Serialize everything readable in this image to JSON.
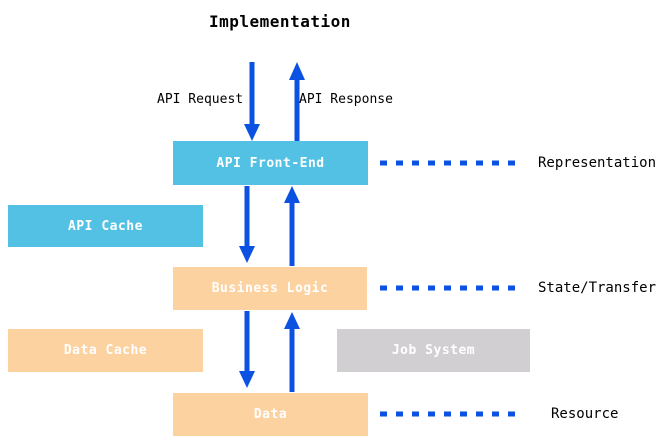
{
  "title": "Implementation",
  "flow_labels": {
    "request": "API Request",
    "response": "API Response"
  },
  "boxes": {
    "api_front_end": {
      "label": "API Front-End",
      "color": "#53C1E3"
    },
    "api_cache": {
      "label": "API Cache",
      "color": "#53C1E3"
    },
    "business_logic": {
      "label": "Business Logic",
      "color": "#FCD2A0"
    },
    "data_cache": {
      "label": "Data Cache",
      "color": "#FCD2A0"
    },
    "job_system": {
      "label": "Job System",
      "color": "#D2CFD3"
    },
    "data": {
      "label": "Data",
      "color": "#FCD2A0"
    }
  },
  "layer_labels": {
    "representation": "Representation",
    "state_transfer": "State/Transfer",
    "resource": "Resource"
  },
  "colors": {
    "arrow_blue": "#0C52E2",
    "dash_blue": "#0C52E2",
    "box_text": "#FFFFFF",
    "label_text": "#000000"
  }
}
